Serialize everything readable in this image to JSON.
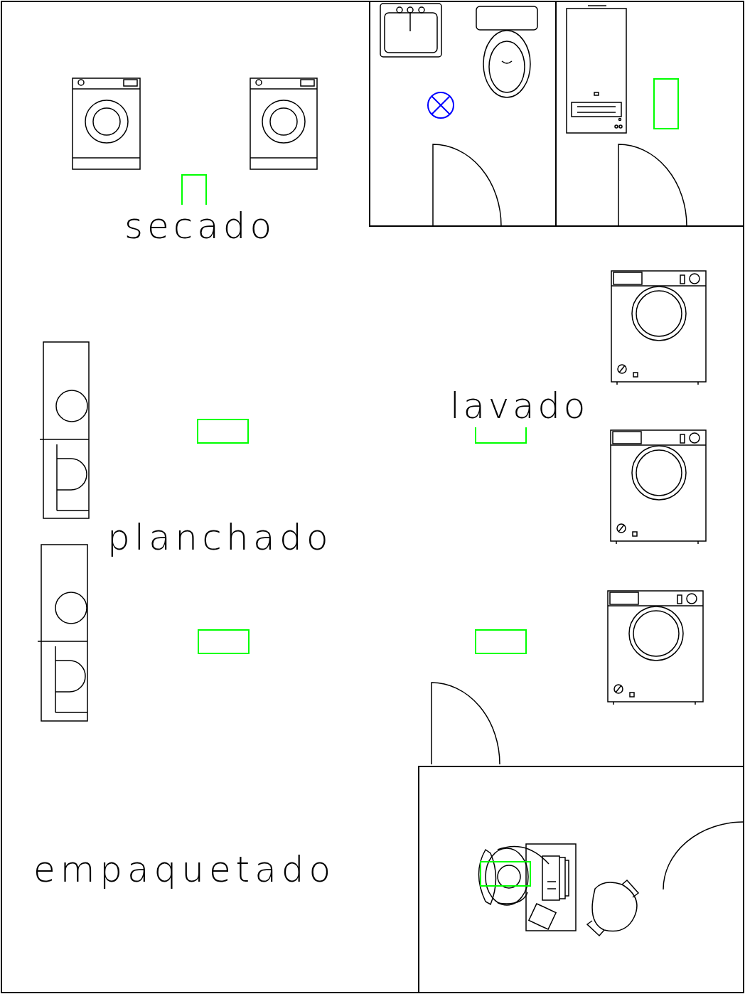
{
  "diagram": {
    "labels": [
      "secado",
      "lavado",
      "planchado",
      "empaquetado"
    ]
  }
}
